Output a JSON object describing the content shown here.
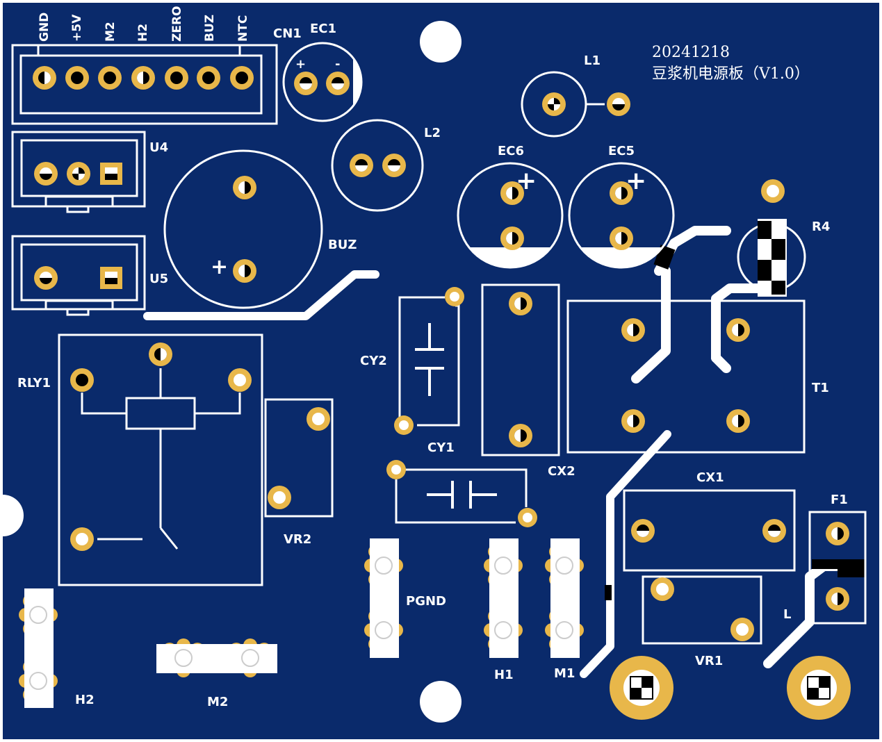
{
  "board": {
    "background": "#ffffff",
    "copper_color": "#0a2a6b",
    "pad_color": "#e8b74a",
    "silk_color": "#ffffff"
  },
  "title": {
    "date": "20241218",
    "name": "豆浆机电源板（V1.0）"
  },
  "connector_pins": [
    "GND",
    "+5V",
    "M2",
    "H2",
    "ZERO",
    "BUZ",
    "NTC"
  ],
  "refs": {
    "cn1": "CN1",
    "ec1": "EC1",
    "ec1_plus": "+",
    "ec1_minus": "-",
    "l1": "L1",
    "l2": "L2",
    "u4": "U4",
    "u5": "U5",
    "buz": "BUZ",
    "buz_plus": "+",
    "ec6": "EC6",
    "ec5": "EC5",
    "ec6_plus": "+",
    "ec5_plus": "+",
    "r4": "R4",
    "cy2": "CY2",
    "cy1": "CY1",
    "cx2": "CX2",
    "t1": "T1",
    "rly1": "RLY1",
    "vr2": "VR2",
    "cx1": "CX1",
    "f1": "F1",
    "pgnd": "PGND",
    "l": "L",
    "vr1": "VR1",
    "h1": "H1",
    "m1": "M1",
    "h2": "H2",
    "m2": "M2"
  }
}
